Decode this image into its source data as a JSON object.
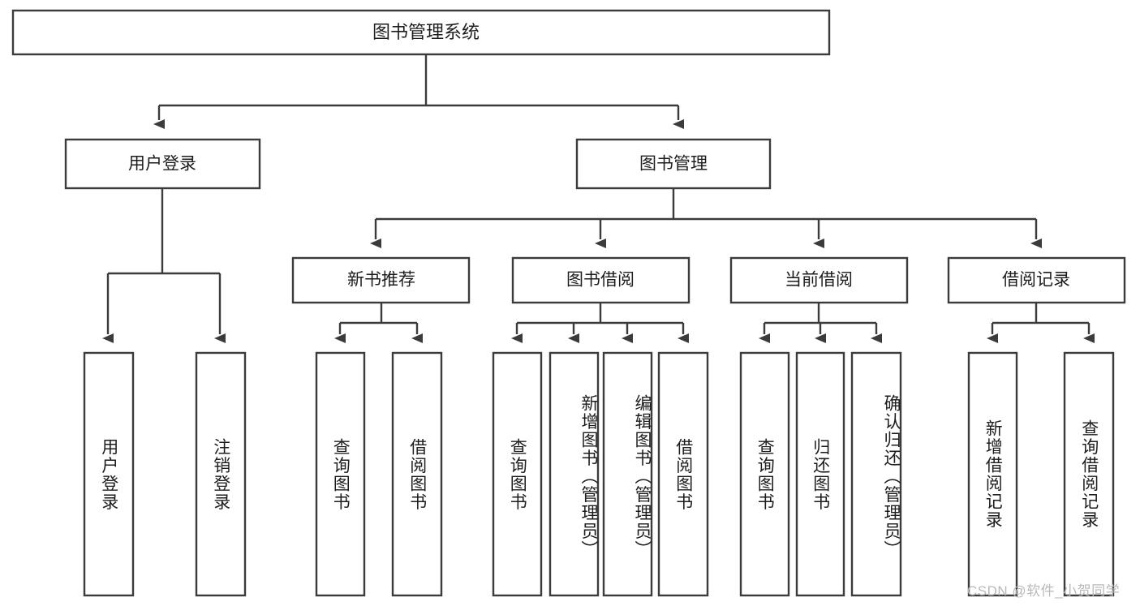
{
  "diagram": {
    "type": "tree-hierarchy",
    "title": "图书管理系统",
    "root": {
      "label": "图书管理系统"
    },
    "level1": [
      {
        "id": "user-login",
        "label": "用户登录"
      },
      {
        "id": "book-management",
        "label": "图书管理"
      }
    ],
    "level2": [
      {
        "id": "new-book-recommend",
        "label": "新书推荐",
        "parent": "book-management"
      },
      {
        "id": "book-borrow",
        "label": "图书借阅",
        "parent": "book-management"
      },
      {
        "id": "current-borrow",
        "label": "当前借阅",
        "parent": "book-management"
      },
      {
        "id": "borrow-record",
        "label": "借阅记录",
        "parent": "book-management"
      }
    ],
    "leaves": {
      "user_login": [
        {
          "id": "leaf-user-login",
          "label": "用户登录"
        },
        {
          "id": "leaf-logout-login",
          "label": "注销登录"
        }
      ],
      "new_book_recommend": [
        {
          "id": "leaf-query-book-1",
          "label": "查询图书"
        },
        {
          "id": "leaf-borrow-book-1",
          "label": "借阅图书"
        }
      ],
      "book_borrow": [
        {
          "id": "leaf-query-book-2",
          "label": "查询图书"
        },
        {
          "id": "leaf-add-book",
          "label": "新增图书（管理员）"
        },
        {
          "id": "leaf-edit-book",
          "label": "编辑图书（管理员）"
        },
        {
          "id": "leaf-borrow-book-2",
          "label": "借阅图书"
        }
      ],
      "current_borrow": [
        {
          "id": "leaf-query-book-3",
          "label": "查询图书"
        },
        {
          "id": "leaf-return-book",
          "label": "归还图书"
        },
        {
          "id": "leaf-confirm-return",
          "label": "确认归还（管理员）"
        }
      ],
      "borrow_record": [
        {
          "id": "leaf-add-record",
          "label": "新增借阅记录"
        },
        {
          "id": "leaf-query-record",
          "label": "查询借阅记录"
        }
      ]
    }
  },
  "watermark": {
    "text": "CSDN @软件_小贺同学"
  },
  "colors": {
    "stroke": "#3b3b3b",
    "fill": "#ffffff",
    "text": "#1d1d1d",
    "watermark": "#b9b9b9",
    "background": "#ffffff"
  }
}
